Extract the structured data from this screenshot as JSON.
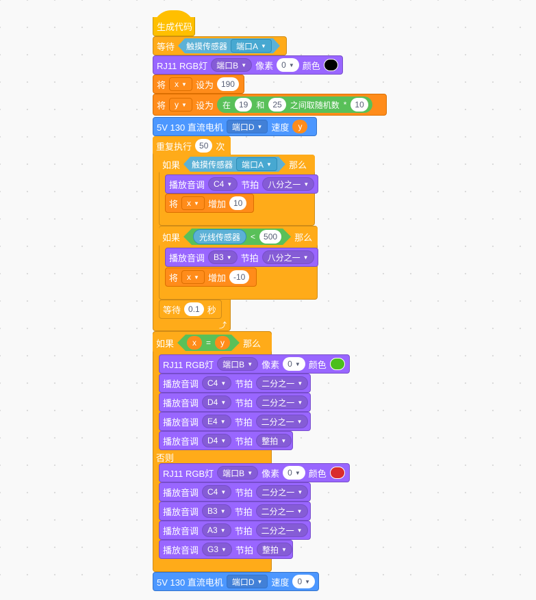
{
  "script": {
    "hat": "生成代码",
    "wait_touch": {
      "label": "等待",
      "sensor": "触摸传感器",
      "port": "端口A"
    },
    "rgb1": {
      "name": "RJ11 RGB灯",
      "port": "端口B",
      "pixel_label": "像素",
      "pixel": "0",
      "color_label": "颜色",
      "color": "#000000"
    },
    "setx": {
      "label": "将",
      "var": "x",
      "set": "设为",
      "value": "190"
    },
    "sety": {
      "label": "将",
      "var": "y",
      "set": "设为",
      "rand_pre": "在",
      "from": "19",
      "and": "和",
      "to": "25",
      "rand_post": "之间取随机数",
      "op": "*",
      "mult": "10"
    },
    "motor1": {
      "name": "5V 130 直流电机",
      "port": "端口D",
      "speed_label": "速度",
      "speed": "y"
    },
    "repeat": {
      "label": "重复执行",
      "times": "50",
      "suffix": "次"
    },
    "if1": {
      "label": "如果",
      "sensor": "触摸传感器",
      "port": "端口A",
      "then": "那么"
    },
    "play1": {
      "label": "播放音调",
      "note": "C4",
      "beat_label": "节拍",
      "beat": "八分之一"
    },
    "inc1": {
      "label": "将",
      "var": "x",
      "op": "增加",
      "value": "10"
    },
    "if2": {
      "label": "如果",
      "sensor": "光线传感器",
      "cmp": "<",
      "value": "500",
      "then": "那么"
    },
    "play2": {
      "label": "播放音调",
      "note": "B3",
      "beat_label": "节拍",
      "beat": "八分之一"
    },
    "inc2": {
      "label": "将",
      "var": "x",
      "op": "增加",
      "value": "-10"
    },
    "wait2": {
      "label": "等待",
      "value": "0.1",
      "unit": "秒"
    },
    "ifelse": {
      "label": "如果",
      "left": "x",
      "eq": "=",
      "right": "y",
      "then": "那么",
      "else": "否则"
    },
    "rgb2": {
      "name": "RJ11 RGB灯",
      "port": "端口B",
      "pixel_label": "像素",
      "pixel": "0",
      "color_label": "颜色",
      "color": "#4cbf1c"
    },
    "then_tones": [
      {
        "label": "播放音调",
        "note": "C4",
        "beat_label": "节拍",
        "beat": "二分之一"
      },
      {
        "label": "播放音调",
        "note": "D4",
        "beat_label": "节拍",
        "beat": "二分之一"
      },
      {
        "label": "播放音调",
        "note": "E4",
        "beat_label": "节拍",
        "beat": "二分之一"
      },
      {
        "label": "播放音调",
        "note": "D4",
        "beat_label": "节拍",
        "beat": "整拍"
      }
    ],
    "rgb3": {
      "name": "RJ11 RGB灯",
      "port": "端口B",
      "pixel_label": "像素",
      "pixel": "0",
      "color_label": "颜色",
      "color": "#d92c2c"
    },
    "else_tones": [
      {
        "label": "播放音调",
        "note": "C4",
        "beat_label": "节拍",
        "beat": "二分之一"
      },
      {
        "label": "播放音调",
        "note": "B3",
        "beat_label": "节拍",
        "beat": "二分之一"
      },
      {
        "label": "播放音调",
        "note": "A3",
        "beat_label": "节拍",
        "beat": "二分之一"
      },
      {
        "label": "播放音调",
        "note": "G3",
        "beat_label": "节拍",
        "beat": "整拍"
      }
    ],
    "motor2": {
      "name": "5V 130 直流电机",
      "port": "端口D",
      "speed_label": "速度",
      "speed": "0"
    }
  }
}
